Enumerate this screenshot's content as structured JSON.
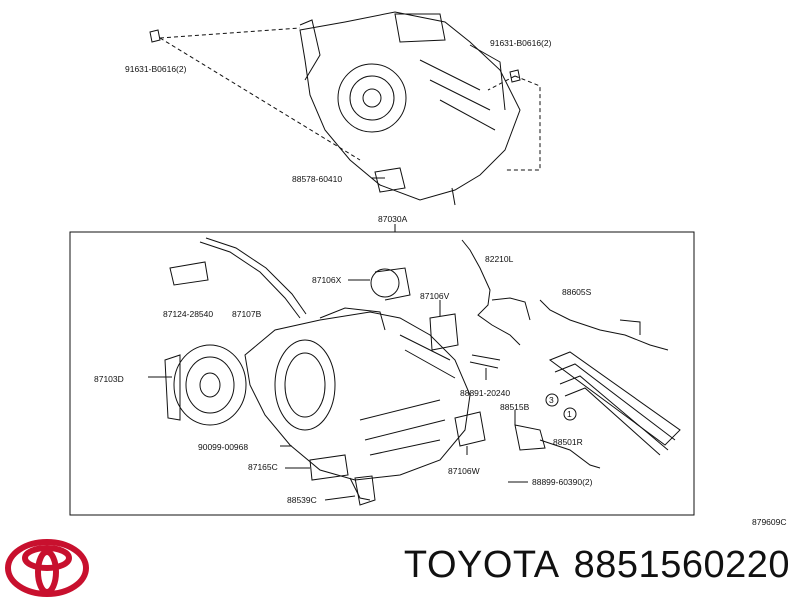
{
  "diagram": {
    "assembly_label": "87030A",
    "figure_code": "879609C",
    "part_labels": [
      "91631-B0616(2)",
      "91631-B0616(2)",
      "88578-60410",
      "87106X",
      "82210L",
      "87124-28540",
      "87107B",
      "87106V",
      "88605S",
      "87103D",
      "88891-20240",
      "88515B",
      "90099-00968",
      "88501R",
      "87165C",
      "87106W",
      "88899-60390(2)",
      "88539C"
    ],
    "callout_numbers": [
      "3",
      "1"
    ]
  },
  "brand": {
    "name": "TOYOTA",
    "part_number": "8851560220",
    "logo_icon": "toyota-logo-icon",
    "color": "#c8102e"
  }
}
